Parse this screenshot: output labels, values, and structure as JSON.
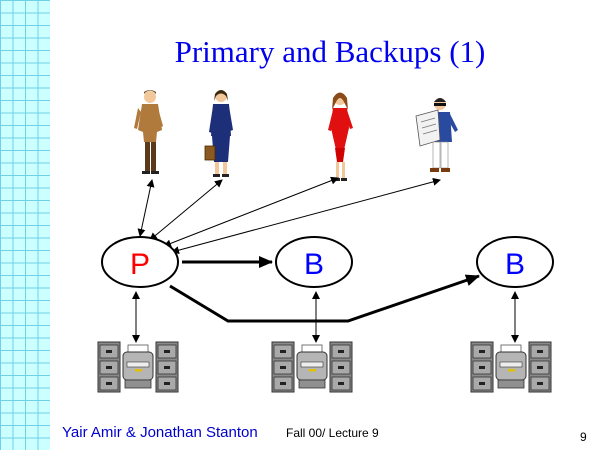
{
  "slide": {
    "title": "Primary and Backups (1)",
    "footer_left": "Yair Amir & Jonathan Stanton",
    "footer_center": "Fall 00/ Lecture 9",
    "page_number": "9"
  },
  "diagram": {
    "primary_label": "P",
    "backup_1_label": "B",
    "backup_2_label": "B",
    "primary_color": "#ff0000",
    "backup_color": "#0000ff",
    "clients": [
      "man-in-suit-icon",
      "woman-with-briefcase-icon",
      "woman-in-red-dress-icon",
      "man-reading-newspaper-icon"
    ],
    "storage": [
      "file-cabinet-icon",
      "file-cabinet-icon",
      "file-cabinet-icon"
    ]
  }
}
